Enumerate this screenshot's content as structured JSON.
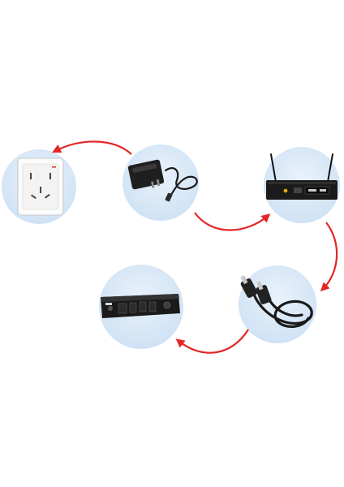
{
  "diagram": {
    "type": "connection-flow",
    "steps": [
      {
        "id": "wall-socket",
        "order": 1
      },
      {
        "id": "power-adapter",
        "order": 2
      },
      {
        "id": "wireless-receiver",
        "order": 3
      },
      {
        "id": "audio-cable",
        "order": 4
      },
      {
        "id": "amplifier",
        "order": 5
      }
    ],
    "arrows": [
      {
        "from": "power-adapter",
        "to": "wall-socket"
      },
      {
        "from": "power-adapter",
        "to": "wireless-receiver"
      },
      {
        "from": "wireless-receiver",
        "to": "audio-cable"
      },
      {
        "from": "audio-cable",
        "to": "amplifier"
      }
    ],
    "colors": {
      "circle_fill": "#d9e9f7",
      "arrow": "#e32626",
      "device_dark": "#1b1b1b",
      "socket_plate": "#fbfbfb"
    }
  }
}
